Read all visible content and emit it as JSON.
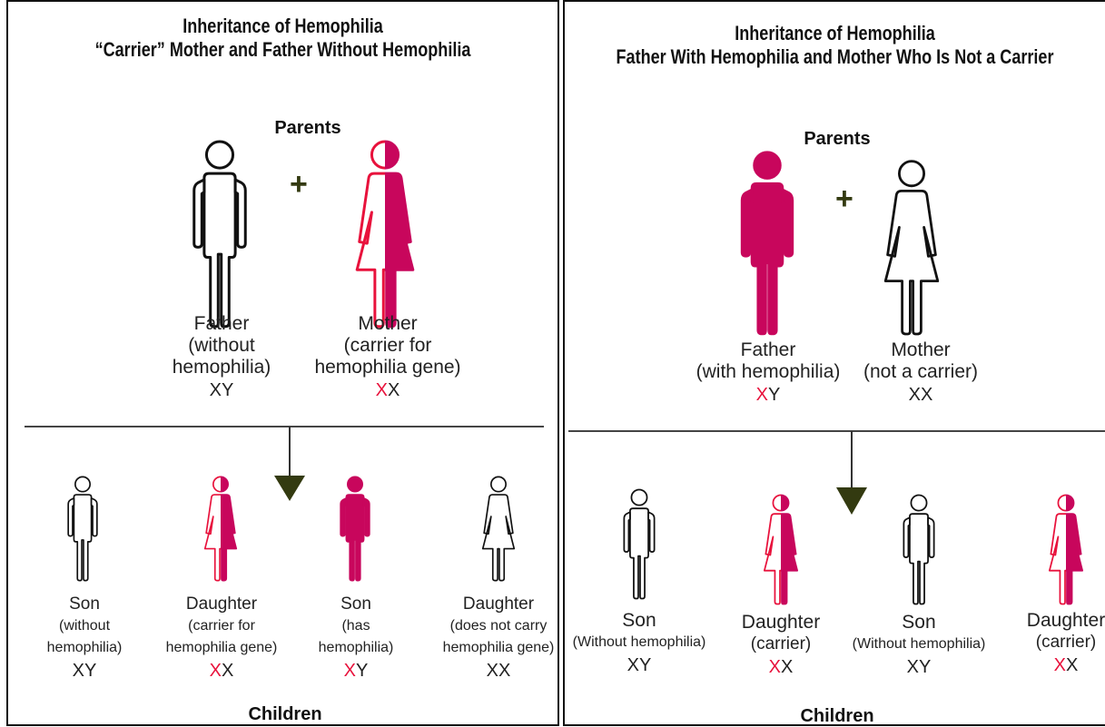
{
  "colors": {
    "affected": "#c8065c",
    "carrier_outline": "#e8123c",
    "outline": "#111111",
    "marker_x": "#e8123c",
    "arrow": "#333a10"
  },
  "left": {
    "title_line1": "Inheritance of Hemophilia",
    "title_line2": "“Carrier” Mother and Father Without Hemophilia",
    "parents_label": "Parents",
    "plus": "+",
    "parents": [
      {
        "figure": "male",
        "status": "unaffected",
        "name": "Father",
        "desc1": "(without",
        "desc2": "hemophilia)",
        "geno_marked": "",
        "geno_rest": "XY"
      },
      {
        "figure": "female",
        "status": "carrier",
        "name": "Mother",
        "desc1": "(carrier for",
        "desc2": "hemophilia gene)",
        "geno_marked": "X",
        "geno_rest": "X"
      }
    ],
    "children_label": "Children",
    "children": [
      {
        "figure": "male",
        "status": "unaffected",
        "name": "Son",
        "desc1": "(without",
        "desc2": "hemophilia)",
        "geno_marked": "",
        "geno_rest": "XY"
      },
      {
        "figure": "female",
        "status": "carrier",
        "name": "Daughter",
        "desc1": "(carrier for",
        "desc2": "hemophilia gene)",
        "geno_marked": "X",
        "geno_rest": "X"
      },
      {
        "figure": "male",
        "status": "affected",
        "name": "Son",
        "desc1": "(has",
        "desc2": "hemophilia)",
        "geno_marked": "X",
        "geno_rest": "Y"
      },
      {
        "figure": "female",
        "status": "unaffected",
        "name": "Daughter",
        "desc1": "(does not carry",
        "desc2": "hemophilia gene)",
        "geno_marked": "",
        "geno_rest": "XX"
      }
    ]
  },
  "right": {
    "title_line1": "Inheritance of Hemophilia",
    "title_line2": "Father With Hemophilia and Mother Who Is Not a Carrier",
    "parents_label": "Parents",
    "plus": "+",
    "parents": [
      {
        "figure": "male",
        "status": "affected",
        "name": "Father",
        "desc1": "(with hemophilia)",
        "desc2": "",
        "geno_marked": "X",
        "geno_rest": "Y"
      },
      {
        "figure": "female",
        "status": "unaffected",
        "name": "Mother",
        "desc1": "(not a carrier)",
        "desc2": "",
        "geno_marked": "",
        "geno_rest": "XX"
      }
    ],
    "children_label": "Children",
    "children": [
      {
        "figure": "male",
        "status": "unaffected",
        "name": "Son",
        "desc1": "(Without hemophilia)",
        "desc2": "",
        "geno_marked": "",
        "geno_rest": "XY"
      },
      {
        "figure": "female",
        "status": "carrier",
        "name": "Daughter",
        "desc1": "(carrier)",
        "desc2": "",
        "geno_marked": "X",
        "geno_rest": "X"
      },
      {
        "figure": "male",
        "status": "unaffected",
        "name": "Son",
        "desc1": "(Without hemophilia)",
        "desc2": "",
        "geno_marked": "",
        "geno_rest": "XY"
      },
      {
        "figure": "female",
        "status": "carrier",
        "name": "Daughter",
        "desc1": "(carrier)",
        "desc2": "",
        "geno_marked": "X",
        "geno_rest": "X"
      }
    ]
  }
}
